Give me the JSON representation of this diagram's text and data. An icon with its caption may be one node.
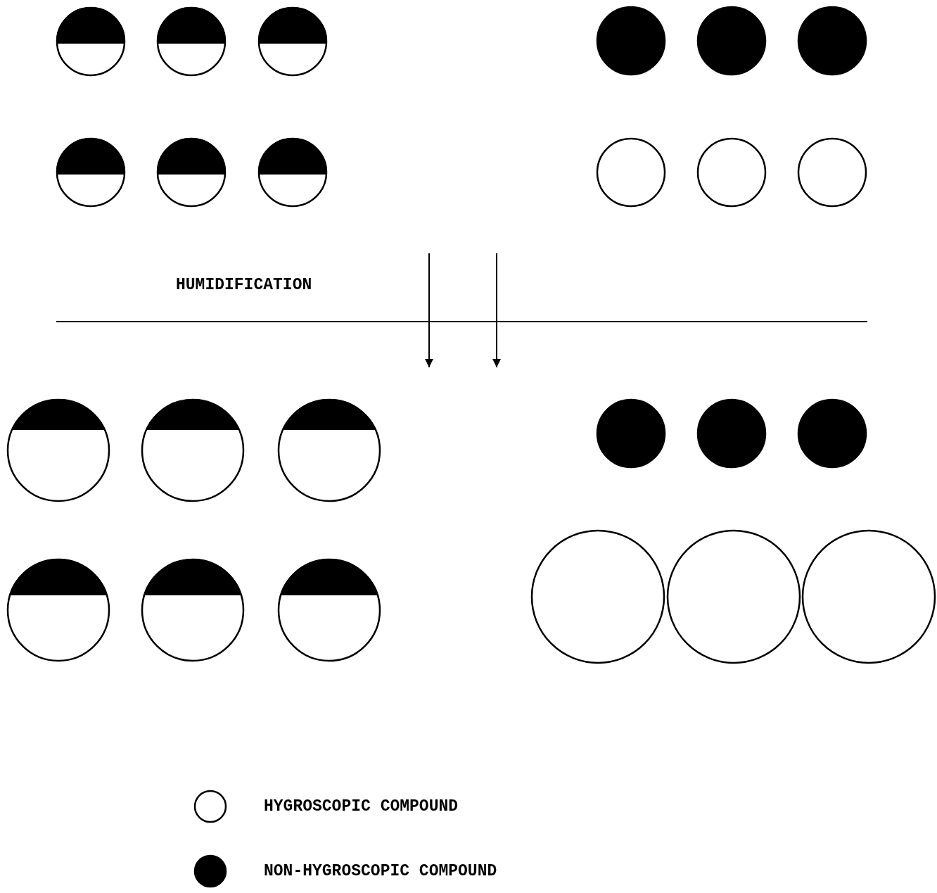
{
  "diagram": {
    "labels": [
      "HUMIDIFICATION"
    ],
    "legend": [
      {
        "text": "HYGROSCOPIC COMPOUND",
        "color": "#ffffff"
      },
      {
        "text": "NON-HYGROSCOPIC COMPOUND",
        "color": "#000000"
      }
    ]
  }
}
